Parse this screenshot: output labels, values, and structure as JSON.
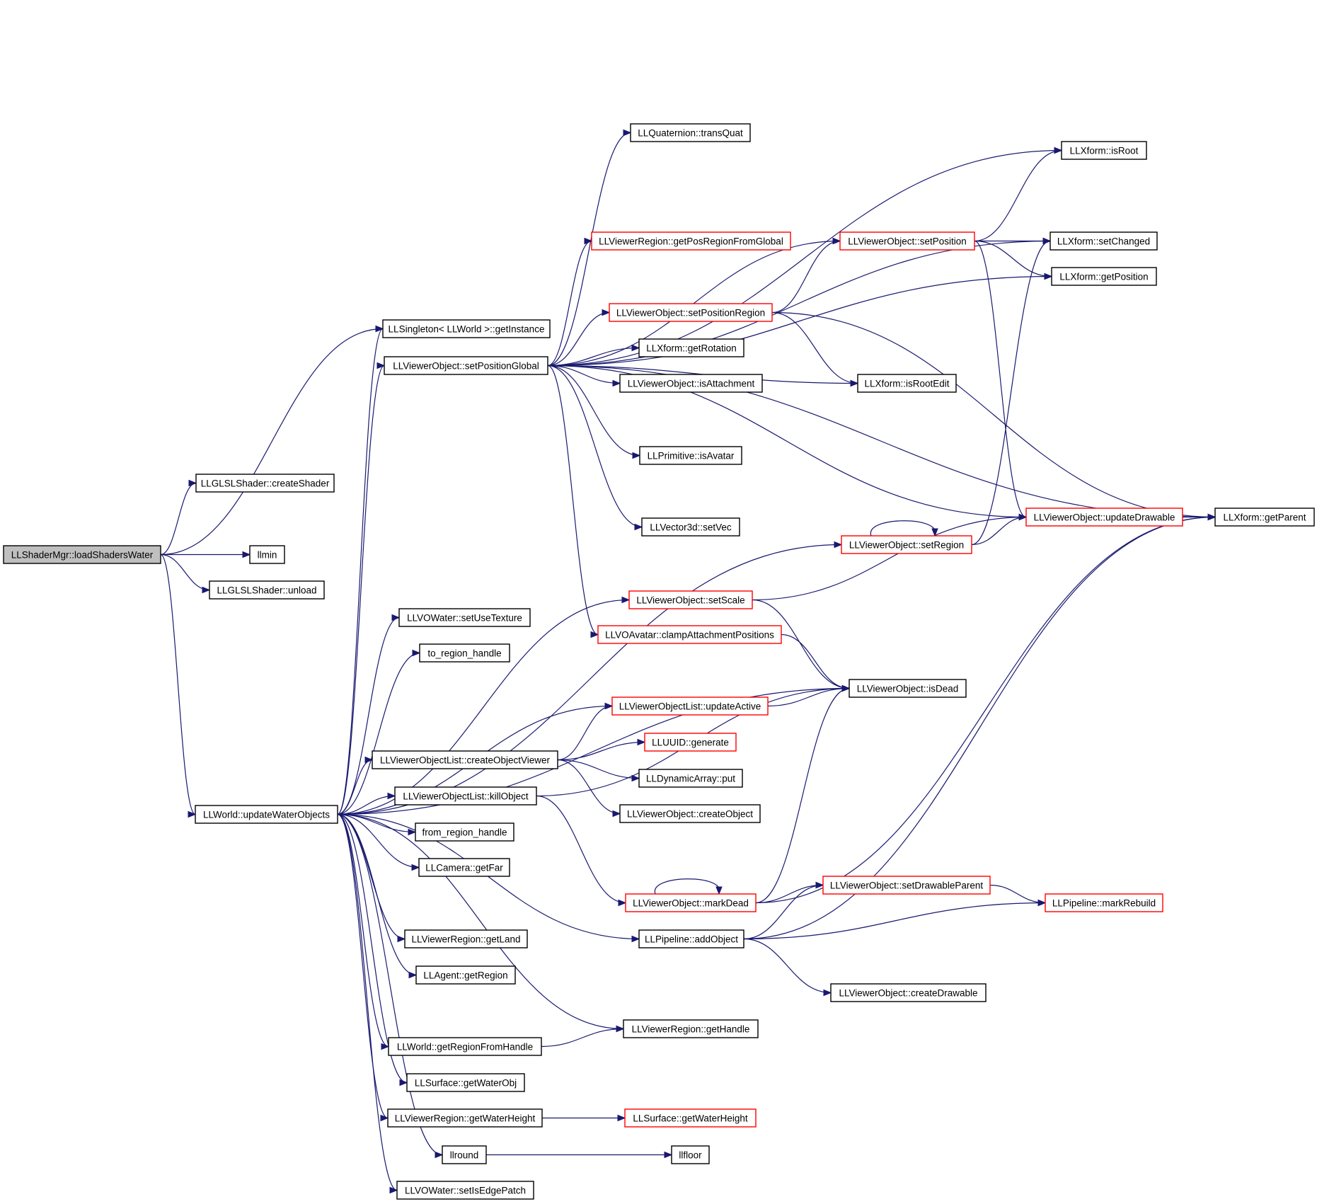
{
  "colors": {
    "edge": "#191970",
    "node_border_black": "#000000",
    "node_border_red": "#ff0000",
    "node_fill": "#ffffff",
    "root_fill": "#bfbfbf"
  },
  "nodes": [
    {
      "id": "root",
      "label": "LLShaderMgr::loadShadersWater",
      "border": "black",
      "highlight": true
    },
    {
      "id": "createShader",
      "label": "LLGLSLShader::createShader",
      "border": "black"
    },
    {
      "id": "llmin",
      "label": "llmin",
      "border": "black"
    },
    {
      "id": "unload",
      "label": "LLGLSLShader::unload",
      "border": "black"
    },
    {
      "id": "updateWaterObjects",
      "label": "LLWorld::updateWaterObjects",
      "border": "black"
    },
    {
      "id": "getInstance",
      "label": "LLSingleton< LLWorld >::getInstance",
      "border": "black"
    },
    {
      "id": "setPositionGlobal",
      "label": "LLViewerObject::setPositionGlobal",
      "border": "black"
    },
    {
      "id": "transQuat",
      "label": "LLQuaternion::transQuat",
      "border": "black"
    },
    {
      "id": "isRoot",
      "label": "LLXform::isRoot",
      "border": "black"
    },
    {
      "id": "getPosRegionFromGlobal",
      "label": "LLViewerRegion::getPosRegionFromGlobal",
      "border": "red"
    },
    {
      "id": "setPosition",
      "label": "LLViewerObject::setPosition",
      "border": "red"
    },
    {
      "id": "setChanged",
      "label": "LLXform::setChanged",
      "border": "black"
    },
    {
      "id": "getPosition",
      "label": "LLXform::getPosition",
      "border": "black"
    },
    {
      "id": "setPositionRegion",
      "label": "LLViewerObject::setPositionRegion",
      "border": "red"
    },
    {
      "id": "getRotation",
      "label": "LLXform::getRotation",
      "border": "black"
    },
    {
      "id": "isAttachment",
      "label": "LLViewerObject::isAttachment",
      "border": "black"
    },
    {
      "id": "isRootEdit",
      "label": "LLXform::isRootEdit",
      "border": "black"
    },
    {
      "id": "isAvatar",
      "label": "LLPrimitive::isAvatar",
      "border": "black"
    },
    {
      "id": "setVec",
      "label": "LLVector3d::setVec",
      "border": "black"
    },
    {
      "id": "updateDrawable",
      "label": "LLViewerObject::updateDrawable",
      "border": "red"
    },
    {
      "id": "getParent",
      "label": "LLXform::getParent",
      "border": "black"
    },
    {
      "id": "setRegion",
      "label": "LLViewerObject::setRegion",
      "border": "red"
    },
    {
      "id": "setScale",
      "label": "LLViewerObject::setScale",
      "border": "red"
    },
    {
      "id": "setUseTexture",
      "label": "LLVOWater::setUseTexture",
      "border": "black"
    },
    {
      "id": "clampAttachmentPositions",
      "label": "LLVOAvatar::clampAttachmentPositions",
      "border": "red"
    },
    {
      "id": "toRegionHandle",
      "label": "to_region_handle",
      "border": "black"
    },
    {
      "id": "isDead",
      "label": "LLViewerObject::isDead",
      "border": "black"
    },
    {
      "id": "updateActive",
      "label": "LLViewerObjectList::updateActive",
      "border": "red"
    },
    {
      "id": "generate",
      "label": "LLUUID::generate",
      "border": "red"
    },
    {
      "id": "createObjectViewer",
      "label": "LLViewerObjectList::createObjectViewer",
      "border": "black"
    },
    {
      "id": "put",
      "label": "LLDynamicArray::put",
      "border": "black"
    },
    {
      "id": "killObject",
      "label": "LLViewerObjectList::killObject",
      "border": "black"
    },
    {
      "id": "createObject",
      "label": "LLViewerObject::createObject",
      "border": "black"
    },
    {
      "id": "fromRegionHandle",
      "label": "from_region_handle",
      "border": "black"
    },
    {
      "id": "getFar",
      "label": "LLCamera::getFar",
      "border": "black"
    },
    {
      "id": "setDrawableParent",
      "label": "LLViewerObject::setDrawableParent",
      "border": "red"
    },
    {
      "id": "markDead",
      "label": "LLViewerObject::markDead",
      "border": "red"
    },
    {
      "id": "markRebuild",
      "label": "LLPipeline::markRebuild",
      "border": "red"
    },
    {
      "id": "getLand",
      "label": "LLViewerRegion::getLand",
      "border": "black"
    },
    {
      "id": "addObject",
      "label": "LLPipeline::addObject",
      "border": "black"
    },
    {
      "id": "getRegion",
      "label": "LLAgent::getRegion",
      "border": "black"
    },
    {
      "id": "createDrawable",
      "label": "LLViewerObject::createDrawable",
      "border": "black"
    },
    {
      "id": "getHandle",
      "label": "LLViewerRegion::getHandle",
      "border": "black"
    },
    {
      "id": "getRegionFromHandle",
      "label": "LLWorld::getRegionFromHandle",
      "border": "black"
    },
    {
      "id": "getWaterObj",
      "label": "LLSurface::getWaterObj",
      "border": "black"
    },
    {
      "id": "regionGetWaterHeight",
      "label": "LLViewerRegion::getWaterHeight",
      "border": "black"
    },
    {
      "id": "surfaceGetWaterHeight",
      "label": "LLSurface::getWaterHeight",
      "border": "red"
    },
    {
      "id": "llround",
      "label": "llround",
      "border": "black"
    },
    {
      "id": "llfloor",
      "label": "llfloor",
      "border": "black"
    },
    {
      "id": "setIsEdgePatch",
      "label": "LLVOWater::setIsEdgePatch",
      "border": "black"
    }
  ],
  "edges": [
    [
      "root",
      "createShader"
    ],
    [
      "root",
      "getInstance"
    ],
    [
      "root",
      "llmin"
    ],
    [
      "root",
      "unload"
    ],
    [
      "root",
      "updateWaterObjects"
    ],
    [
      "updateWaterObjects",
      "getInstance"
    ],
    [
      "updateWaterObjects",
      "setPositionGlobal"
    ],
    [
      "updateWaterObjects",
      "setRegion"
    ],
    [
      "updateWaterObjects",
      "setScale"
    ],
    [
      "updateWaterObjects",
      "setUseTexture"
    ],
    [
      "updateWaterObjects",
      "toRegionHandle"
    ],
    [
      "updateWaterObjects",
      "isDead"
    ],
    [
      "updateWaterObjects",
      "updateActive"
    ],
    [
      "updateWaterObjects",
      "createObjectViewer"
    ],
    [
      "updateWaterObjects",
      "killObject"
    ],
    [
      "updateWaterObjects",
      "fromRegionHandle"
    ],
    [
      "updateWaterObjects",
      "getFar"
    ],
    [
      "updateWaterObjects",
      "addObject"
    ],
    [
      "updateWaterObjects",
      "getLand"
    ],
    [
      "updateWaterObjects",
      "getRegion"
    ],
    [
      "updateWaterObjects",
      "getHandle"
    ],
    [
      "updateWaterObjects",
      "getRegionFromHandle"
    ],
    [
      "updateWaterObjects",
      "getWaterObj"
    ],
    [
      "updateWaterObjects",
      "regionGetWaterHeight"
    ],
    [
      "updateWaterObjects",
      "llround"
    ],
    [
      "updateWaterObjects",
      "setIsEdgePatch"
    ],
    [
      "setPositionGlobal",
      "transQuat"
    ],
    [
      "setPositionGlobal",
      "isRoot"
    ],
    [
      "setPositionGlobal",
      "getPosRegionFromGlobal"
    ],
    [
      "setPositionGlobal",
      "setPosition"
    ],
    [
      "setPositionGlobal",
      "setChanged"
    ],
    [
      "setPositionGlobal",
      "getPosition"
    ],
    [
      "setPositionGlobal",
      "setPositionRegion"
    ],
    [
      "setPositionGlobal",
      "getRotation"
    ],
    [
      "setPositionGlobal",
      "isAttachment"
    ],
    [
      "setPositionGlobal",
      "isRootEdit"
    ],
    [
      "setPositionGlobal",
      "isAvatar"
    ],
    [
      "setPositionGlobal",
      "setVec"
    ],
    [
      "setPositionGlobal",
      "updateDrawable"
    ],
    [
      "setPositionGlobal",
      "getParent"
    ],
    [
      "setPositionGlobal",
      "clampAttachmentPositions"
    ],
    [
      "setPosition",
      "isRoot"
    ],
    [
      "setPosition",
      "setChanged"
    ],
    [
      "setPosition",
      "getPosition"
    ],
    [
      "setPosition",
      "updateDrawable"
    ],
    [
      "setPositionRegion",
      "setPosition"
    ],
    [
      "setPositionRegion",
      "isRootEdit"
    ],
    [
      "setPositionRegion",
      "getParent"
    ],
    [
      "updateDrawable",
      "getParent"
    ],
    [
      "setRegion",
      "setRegion"
    ],
    [
      "setRegion",
      "setChanged"
    ],
    [
      "setRegion",
      "updateDrawable"
    ],
    [
      "setScale",
      "updateDrawable"
    ],
    [
      "setScale",
      "isDead"
    ],
    [
      "clampAttachmentPositions",
      "isDead"
    ],
    [
      "updateActive",
      "isDead"
    ],
    [
      "createObjectViewer",
      "updateActive"
    ],
    [
      "createObjectViewer",
      "generate"
    ],
    [
      "createObjectViewer",
      "put"
    ],
    [
      "createObjectViewer",
      "createObject"
    ],
    [
      "killObject",
      "isDead"
    ],
    [
      "killObject",
      "markDead"
    ],
    [
      "markDead",
      "markDead"
    ],
    [
      "markDead",
      "isDead"
    ],
    [
      "markDead",
      "getParent"
    ],
    [
      "markDead",
      "setDrawableParent"
    ],
    [
      "setDrawableParent",
      "markRebuild"
    ],
    [
      "addObject",
      "setDrawableParent"
    ],
    [
      "addObject",
      "markRebuild"
    ],
    [
      "addObject",
      "getParent"
    ],
    [
      "addObject",
      "createDrawable"
    ],
    [
      "getRegionFromHandle",
      "getHandle"
    ],
    [
      "regionGetWaterHeight",
      "surfaceGetWaterHeight"
    ],
    [
      "llround",
      "llfloor"
    ]
  ]
}
